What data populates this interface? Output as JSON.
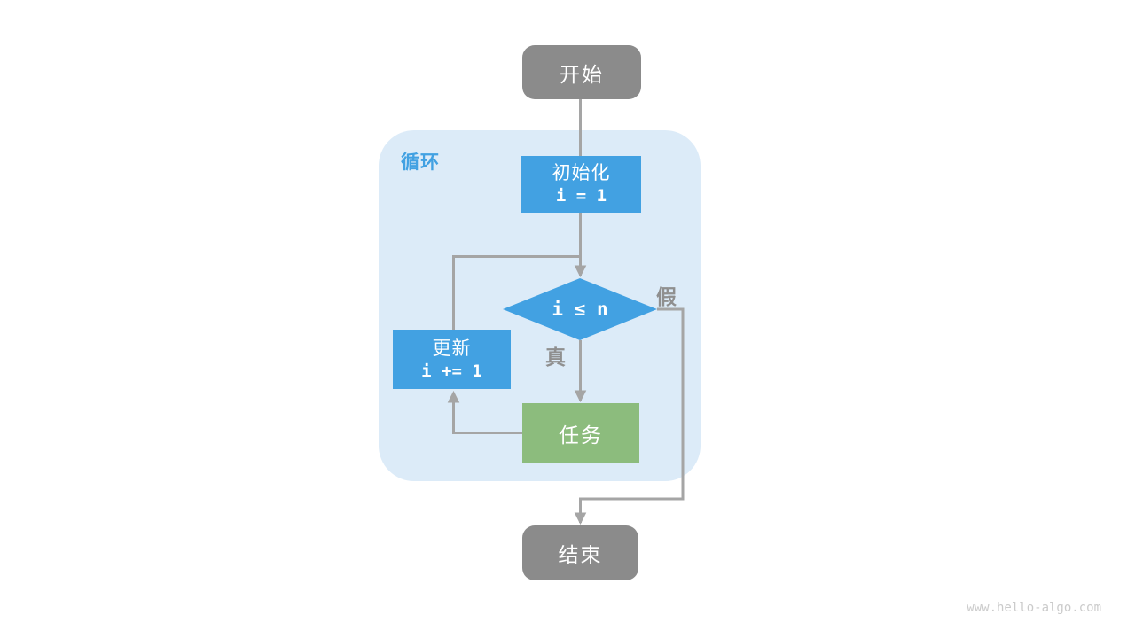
{
  "page": {
    "watermark": "www.hello-algo.com"
  },
  "colors": {
    "accent_blue": "#42a1e2",
    "task_green": "#8cbc7d",
    "node_gray": "#8b8b8b",
    "loop_bg": "#dcebf8",
    "line_gray": "#a5a5a5",
    "edge_label_gray": "#8f8f8f",
    "watermark_gray": "#cbcbcb",
    "page_bg": "#ffffff"
  },
  "flowchart": {
    "loop_label": "循环",
    "nodes": {
      "start": {
        "label": "开始"
      },
      "init": {
        "title": "初始化",
        "code": "i = 1"
      },
      "condition": {
        "code": "i ≤ n"
      },
      "update": {
        "title": "更新",
        "code": "i += 1"
      },
      "task": {
        "label": "任务"
      },
      "end": {
        "label": "结束"
      }
    },
    "edge_labels": {
      "true": "真",
      "false": "假"
    }
  }
}
